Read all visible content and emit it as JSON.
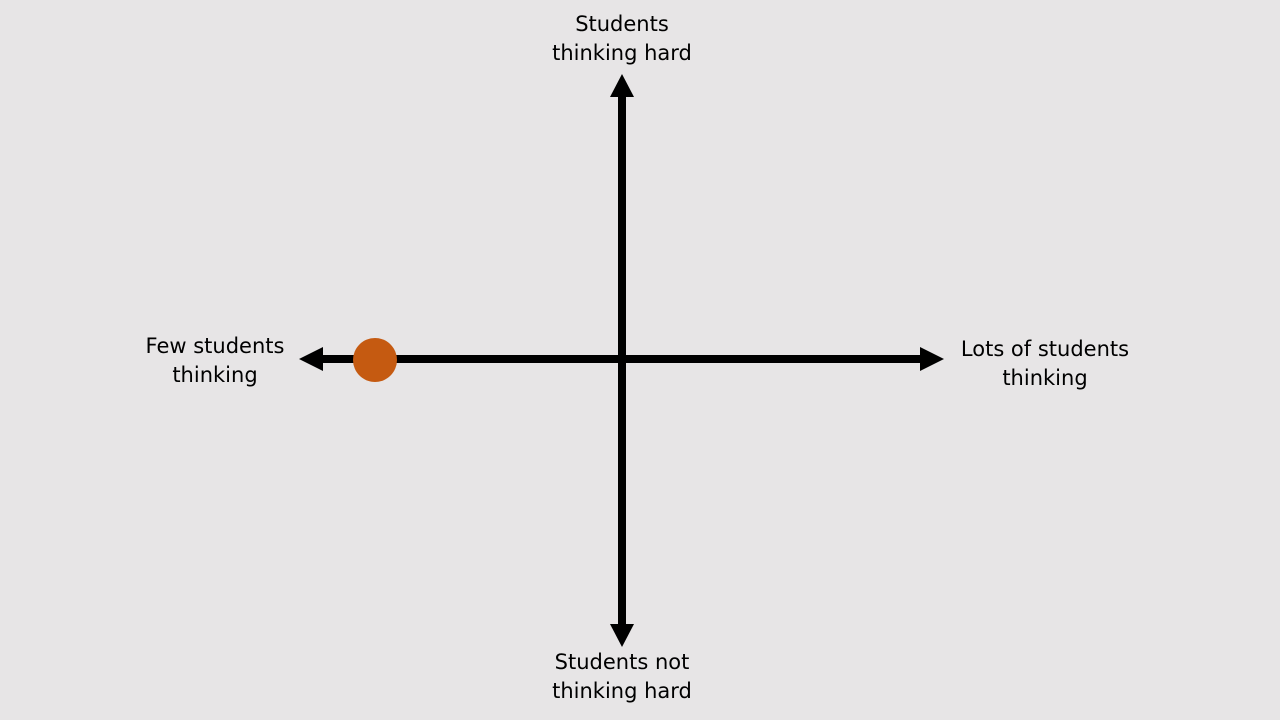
{
  "axes": {
    "top": {
      "line1": "Students",
      "line2": "thinking hard"
    },
    "bottom": {
      "line1": "Students not",
      "line2": "thinking hard"
    },
    "left": {
      "line1": "Few students",
      "line2": "thinking"
    },
    "right": {
      "line1": "Lots of students",
      "line2": "thinking"
    }
  },
  "colors": {
    "background": "#e7e5e6",
    "axis": "#000000",
    "marker": "#c55a11"
  },
  "marker": {
    "shape": "circle",
    "quadrant_position": "far-left on horizontal axis"
  }
}
